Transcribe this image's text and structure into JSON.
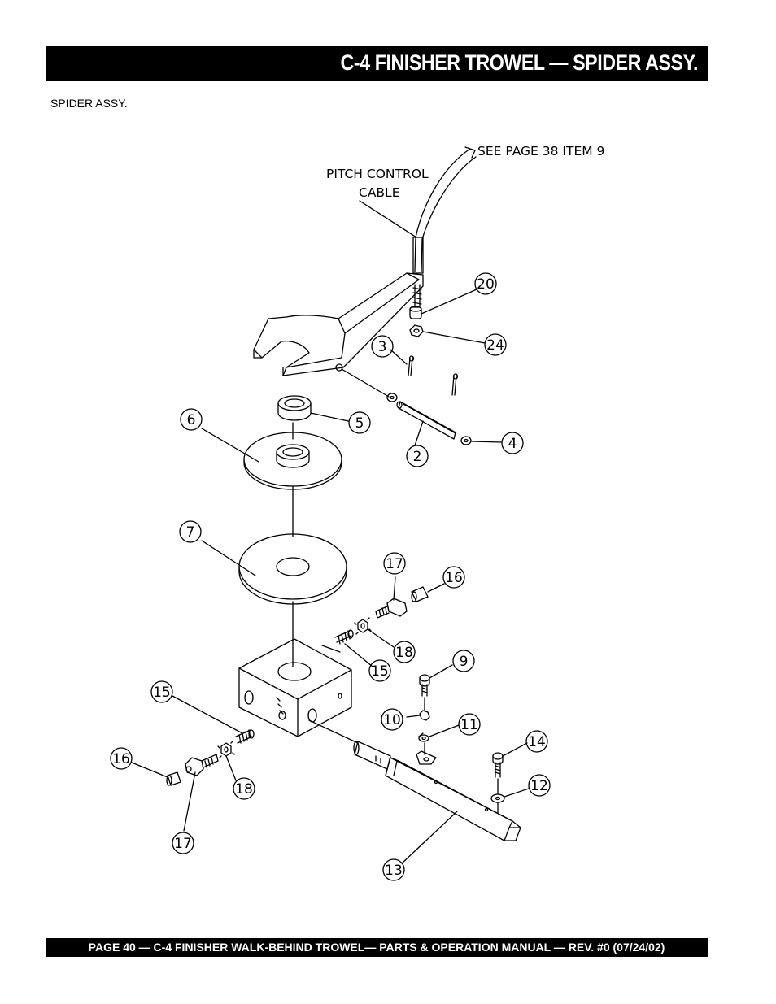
{
  "header": {
    "title": "C-4 FINISHER TROWEL — SPIDER ASSY."
  },
  "subtitle": "SPIDER ASSY.",
  "diagram": {
    "notes": {
      "see_page": "SEE PAGE 38 ITEM 9",
      "pitch_line1": "PITCH CONTROL",
      "pitch_line2": "CABLE"
    },
    "callouts": {
      "c20": "20",
      "c24": "24",
      "c3": "3",
      "c6": "6",
      "c5": "5",
      "c4": "4",
      "c2": "2",
      "c7": "7",
      "c17a": "17",
      "c16a": "16",
      "c18a": "18",
      "c15a": "15",
      "c9": "9",
      "c15b": "15",
      "c10": "10",
      "c11": "11",
      "c16b": "16",
      "c14": "14",
      "c18b": "18",
      "c12": "12",
      "c17b": "17",
      "c13": "13"
    }
  },
  "footer": {
    "text": "PAGE 40 — C-4 FINISHER WALK-BEHIND TROWEL— PARTS & OPERATION MANUAL — REV. #0 (07/24/02)"
  }
}
